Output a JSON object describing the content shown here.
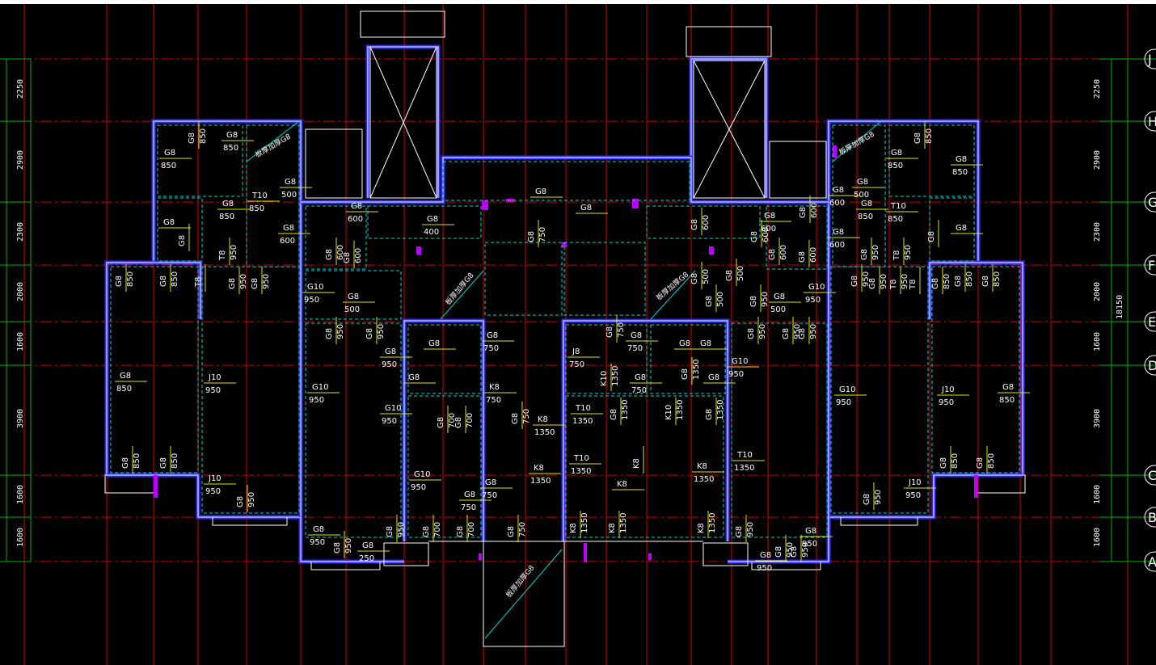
{
  "colors": {
    "background": "#000000",
    "top_strip": "#ffffff",
    "axis_red": "#d40000",
    "axis_green": "#00b400",
    "wall_outline": "#ffffff",
    "wall_blue": "#3030ff",
    "wall_magenta": "#c000ff",
    "slab_cyan": "#00d8d8",
    "rebar_yellow": "#e6e600",
    "label_text": "#ffffff",
    "dim_text": "#ffffff",
    "axis_bubble": "#ffffff"
  },
  "grid_bubbles": {
    "labels": [
      "J",
      "H",
      "G",
      "F",
      "E",
      "D",
      "C",
      "B",
      "A"
    ]
  },
  "dimensions": {
    "left_column": [
      "2250",
      "2900",
      "2300",
      "2000",
      "1600",
      "3900",
      "1600",
      "1600"
    ],
    "right_column": [
      "2250",
      "2900",
      "2300",
      "2000",
      "1600",
      "3900",
      "1600",
      "1600"
    ],
    "overall": "18150"
  },
  "notes": {
    "void_label": "板厚加厚G8"
  },
  "rebar_labels": {
    "g8": "G8",
    "g10": "G10",
    "t10": "T10",
    "t8": "T8",
    "j10": "J10",
    "j8": "J8",
    "k8": "K8",
    "k10": "K10"
  },
  "spacing_values": {
    "v250": "250",
    "v400": "400",
    "v500": "500",
    "v600": "600",
    "v700": "700",
    "v750": "750",
    "v850": "850",
    "v950": "950",
    "v1350": "1350"
  }
}
